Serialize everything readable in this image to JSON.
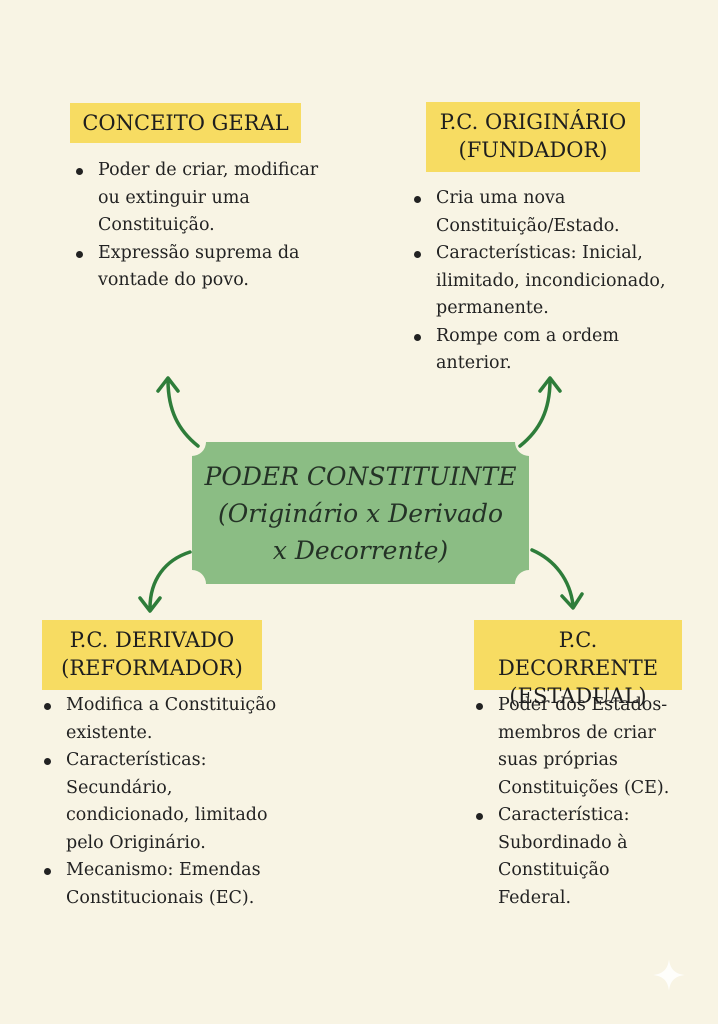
{
  "center": {
    "line1": "PODER CONSTITUINTE",
    "line2": "(Originário x Derivado",
    "line3": "x Decorrente)"
  },
  "conceito_geral": {
    "title": "CONCEITO GERAL",
    "bullets": [
      "Poder de criar, modificar ou extinguir uma Constituição.",
      "Expressão suprema da vontade do povo."
    ]
  },
  "originario": {
    "title_line1": "P.C. ORIGINÁRIO",
    "title_line2": "(FUNDADOR)",
    "bullets": [
      "Cria uma nova Constituição/Estado.",
      "Características: Inicial, ilimitado, incondicionado, permanente.",
      "Rompe com a ordem anterior."
    ]
  },
  "derivado": {
    "title_line1": "P.C. DERIVADO",
    "title_line2": "(REFORMADOR)",
    "bullets": [
      "Modifica a Constituição existente.",
      "Características: Secundário, condicionado, limitado pelo Originário.",
      "Mecanismo: Emendas Constitucionais (EC)."
    ]
  },
  "decorrente": {
    "title_line1": "P.C. DECORRENTE",
    "title_line2": "(ESTADUAL)",
    "bullets": [
      "Poder dos Estados-membros de criar suas próprias Constituições (CE).",
      "Característica: Subordinado à Constituição Federal."
    ]
  },
  "colors": {
    "background": "#f8f4e4",
    "title_highlight": "#f7dc62",
    "center_fill": "#8bbd84",
    "arrow": "#2e7d3a"
  }
}
